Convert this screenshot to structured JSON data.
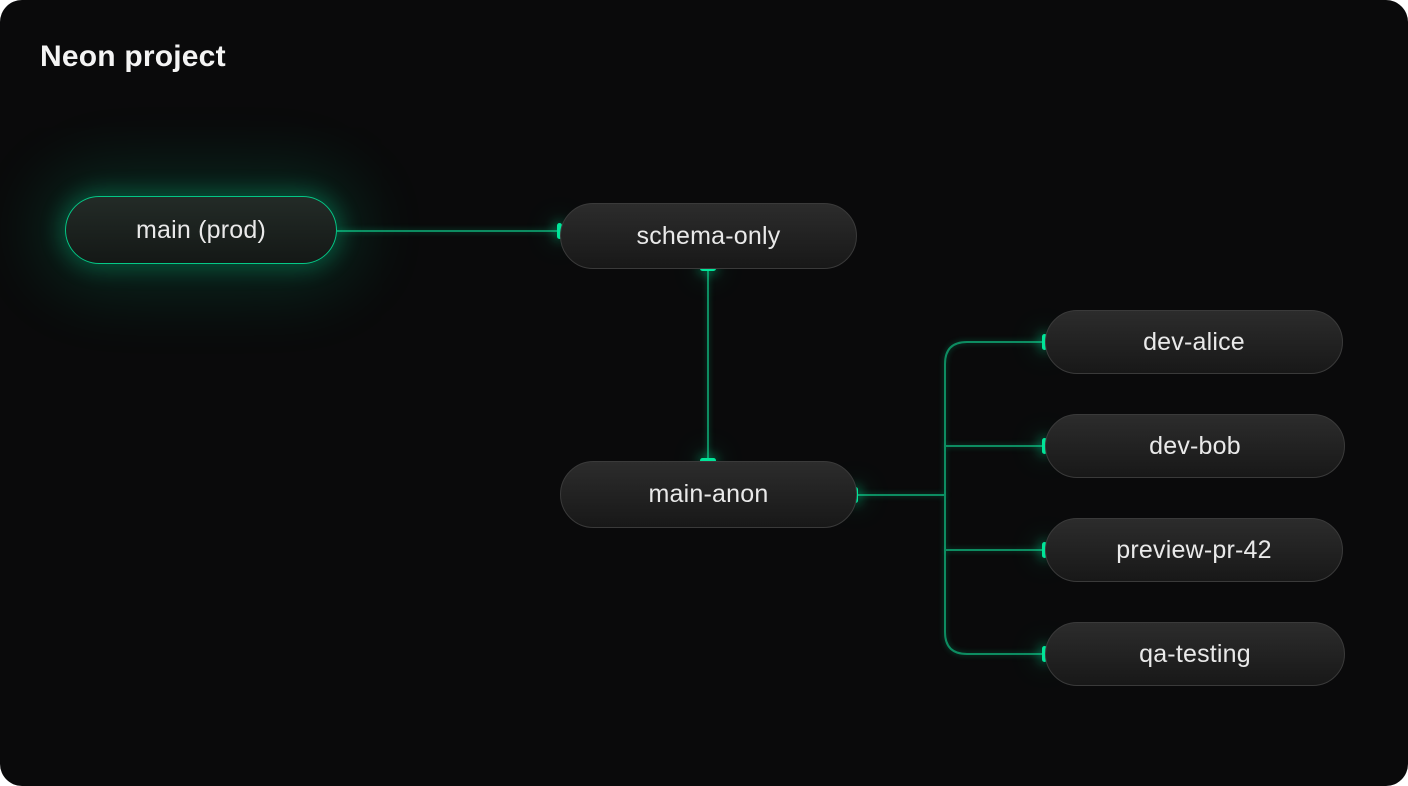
{
  "title": "Neon project",
  "accent_color": "#00e599",
  "line_color": "#0d8c61",
  "nodes": [
    {
      "id": "main-prod",
      "label": "main (prod)",
      "variant": "primary"
    },
    {
      "id": "schema-only",
      "label": "schema-only",
      "variant": "default"
    },
    {
      "id": "main-anon",
      "label": "main-anon",
      "variant": "default"
    },
    {
      "id": "dev-alice",
      "label": "dev-alice",
      "variant": "default"
    },
    {
      "id": "dev-bob",
      "label": "dev-bob",
      "variant": "default"
    },
    {
      "id": "preview-pr-42",
      "label": "preview-pr-42",
      "variant": "default"
    },
    {
      "id": "qa-testing",
      "label": "qa-testing",
      "variant": "default"
    }
  ],
  "edges": [
    {
      "from": "main-prod",
      "to": "schema-only"
    },
    {
      "from": "schema-only",
      "to": "main-anon"
    },
    {
      "from": "main-anon",
      "to": "dev-alice"
    },
    {
      "from": "main-anon",
      "to": "dev-bob"
    },
    {
      "from": "main-anon",
      "to": "preview-pr-42"
    },
    {
      "from": "main-anon",
      "to": "qa-testing"
    }
  ]
}
